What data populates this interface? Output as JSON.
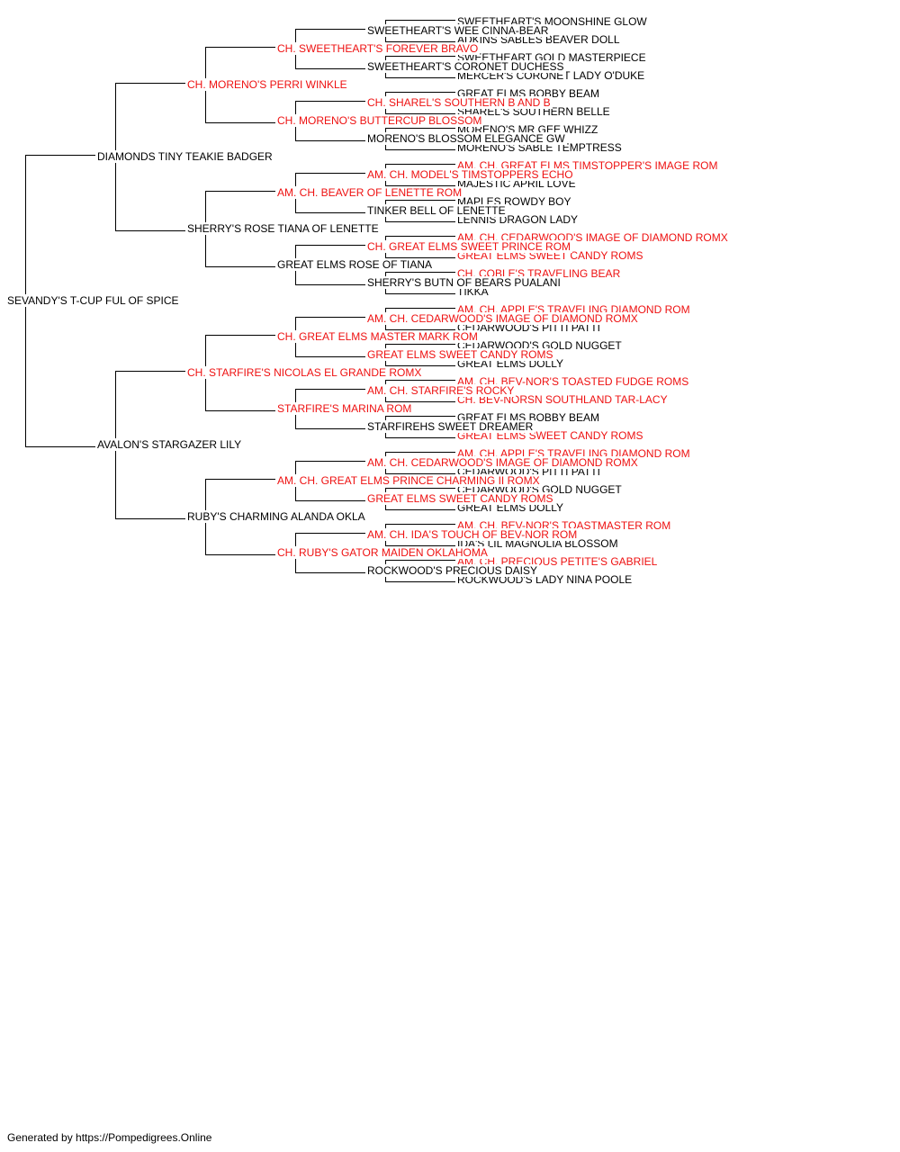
{
  "colors": {
    "champion": "#ee1111",
    "regular": "#000000",
    "line": "#000000"
  },
  "footer": "Generated by https://Pompedigrees.Online",
  "pedigree": {
    "name": "SEVANDY'S T-CUP FUL OF SPICE",
    "champion": false,
    "sire": {
      "name": "DIAMONDS TINY TEAKIE BADGER",
      "champion": false,
      "sire": {
        "name": "CH. MORENO'S PERRI WINKLE",
        "champion": true,
        "sire": {
          "name": "CH. SWEETHEART'S FOREVER BRAVO",
          "champion": true,
          "sire": {
            "name": "SWEETHEART'S WEE CINNA-BEAR",
            "champion": false,
            "sire": {
              "name": "SWEETHEART'S MOONSHINE GLOW",
              "champion": false
            },
            "dam": {
              "name": "ADKINS SABLES BEAVER DOLL",
              "champion": false
            }
          },
          "dam": {
            "name": "SWEETHEART'S CORONET DUCHESS",
            "champion": false,
            "sire": {
              "name": "SWEETHEART GOLD MASTERPIECE",
              "champion": false
            },
            "dam": {
              "name": "MERCER'S CORONET LADY O'DUKE",
              "champion": false
            }
          }
        },
        "dam": {
          "name": "CH. MORENO'S BUTTERCUP BLOSSOM",
          "champion": true,
          "sire": {
            "name": "CH. SHAREL'S SOUTHERN B AND B",
            "champion": true,
            "sire": {
              "name": "GREAT ELMS BOBBY BEAM",
              "champion": false
            },
            "dam": {
              "name": "SHAREL'S SOUTHERN BELLE",
              "champion": false
            }
          },
          "dam": {
            "name": "MORENO'S BLOSSOM ELEGANCE GW",
            "champion": false,
            "sire": {
              "name": "MORENO'S MR GEE WHIZZ",
              "champion": false
            },
            "dam": {
              "name": "MORENO'S SABLE TEMPTRESS",
              "champion": false
            }
          }
        }
      },
      "dam": {
        "name": "SHERRY'S ROSE TIANA OF LENETTE",
        "champion": false,
        "sire": {
          "name": "AM. CH. BEAVER OF LENETTE ROM",
          "champion": true,
          "sire": {
            "name": "AM. CH. MODEL'S TIMSTOPPERS ECHO",
            "champion": true,
            "sire": {
              "name": "AM. CH. GREAT ELMS TIMSTOPPER'S IMAGE ROM",
              "champion": true
            },
            "dam": {
              "name": "MAJESTIC APRIL LOVE",
              "champion": false
            }
          },
          "dam": {
            "name": "TINKER BELL OF LENETTE",
            "champion": false,
            "sire": {
              "name": "MAPLES ROWDY BOY",
              "champion": false
            },
            "dam": {
              "name": "LENNIS DRAGON LADY",
              "champion": false
            }
          }
        },
        "dam": {
          "name": "GREAT ELMS ROSE OF TIANA",
          "champion": false,
          "sire": {
            "name": "CH. GREAT ELMS SWEET PRINCE ROM",
            "champion": true,
            "sire": {
              "name": "AM. CH. CEDARWOOD'S IMAGE OF DIAMOND ROMX",
              "champion": true
            },
            "dam": {
              "name": "GREAT ELMS SWEET CANDY ROMS",
              "champion": true
            }
          },
          "dam": {
            "name": "SHERRY'S BUTN OF BEARS PUALANI",
            "champion": false,
            "sire": {
              "name": "CH. COBLE'S TRAVELING BEAR",
              "champion": true
            },
            "dam": {
              "name": "TIKKA",
              "champion": false
            }
          }
        }
      }
    },
    "dam": {
      "name": "AVALON'S STARGAZER LILY",
      "champion": false,
      "sire": {
        "name": "CH. STARFIRE'S NICOLAS EL GRANDE ROMX",
        "champion": true,
        "sire": {
          "name": "CH. GREAT ELMS MASTER MARK ROM",
          "champion": true,
          "sire": {
            "name": "AM. CH. CEDARWOOD'S IMAGE OF DIAMOND ROMX",
            "champion": true,
            "sire": {
              "name": "AM. CH. APPLE'S TRAVELING DIAMOND ROM",
              "champion": true
            },
            "dam": {
              "name": "CEDARWOOD'S PITTI PATTI",
              "champion": false
            }
          },
          "dam": {
            "name": "GREAT ELMS SWEET CANDY ROMS",
            "champion": true,
            "sire": {
              "name": "CEDARWOOD'S GOLD NUGGET",
              "champion": false
            },
            "dam": {
              "name": "GREAT ELMS DOLLY",
              "champion": false
            }
          }
        },
        "dam": {
          "name": "STARFIRE'S MARINA ROM",
          "champion": true,
          "sire": {
            "name": "AM. CH. STARFIRE'S ROCKY",
            "champion": true,
            "sire": {
              "name": "AM. CH. BEV-NOR'S TOASTED FUDGE ROMS",
              "champion": true
            },
            "dam": {
              "name": "CH. BEV-NORSN SOUTHLAND TAR-LACY",
              "champion": true
            }
          },
          "dam": {
            "name": "STARFIREHS SWEET DREAMER",
            "champion": false,
            "sire": {
              "name": "GREAT ELMS BOBBY BEAM",
              "champion": false
            },
            "dam": {
              "name": "GREAT ELMS SWEET CANDY ROMS",
              "champion": true
            }
          }
        }
      },
      "dam": {
        "name": "RUBY'S CHARMING ALANDA OKLA",
        "champion": false,
        "sire": {
          "name": "AM. CH. GREAT ELMS PRINCE CHARMING II ROMX",
          "champion": true,
          "sire": {
            "name": "AM. CH. CEDARWOOD'S IMAGE OF DIAMOND ROMX",
            "champion": true,
            "sire": {
              "name": "AM. CH. APPLE'S TRAVELING DIAMOND ROM",
              "champion": true
            },
            "dam": {
              "name": "CEDARWOOD'S PITTI PATTI",
              "champion": false
            }
          },
          "dam": {
            "name": "GREAT ELMS SWEET CANDY ROMS",
            "champion": true,
            "sire": {
              "name": "CEDARWOOD'S GOLD NUGGET",
              "champion": false
            },
            "dam": {
              "name": "GREAT ELMS DOLLY",
              "champion": false
            }
          }
        },
        "dam": {
          "name": "CH. RUBY'S GATOR MAIDEN OKLAHOMA",
          "champion": true,
          "sire": {
            "name": "AM. CH. IDA'S TOUCH OF BEV-NOR ROM",
            "champion": true,
            "sire": {
              "name": "AM. CH. BEV-NOR'S TOASTMASTER ROM",
              "champion": true
            },
            "dam": {
              "name": "IDA'S LIL MAGNOLIA BLOSSOM",
              "champion": false
            }
          },
          "dam": {
            "name": "ROCKWOOD'S PRECIOUS DAISY",
            "champion": false,
            "sire": {
              "name": "AM. CH. PRECIOUS PETITE'S GABRIEL",
              "champion": true
            },
            "dam": {
              "name": "ROCKWOOD'S LADY NINA POOLE",
              "champion": false
            }
          }
        }
      }
    }
  }
}
